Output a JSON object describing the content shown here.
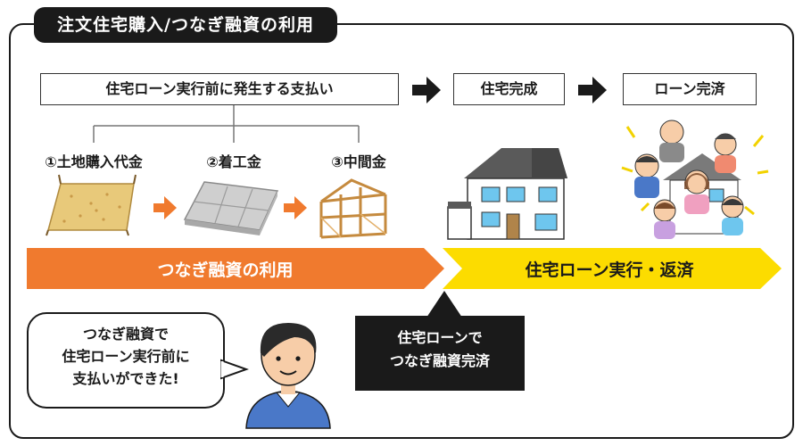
{
  "title": "注文住宅購入/つなぎ融資の利用",
  "top_labels": {
    "pre_payment": "住宅ローン実行前に発生する支払い",
    "completion": "住宅完成",
    "repayment": "ローン完済"
  },
  "steps": [
    {
      "label": "①土地購入代金",
      "icon": "land-plot-icon"
    },
    {
      "label": "②着工金",
      "icon": "foundation-slab-icon"
    },
    {
      "label": "③中間金",
      "icon": "wood-frame-icon"
    }
  ],
  "bands": {
    "bridge": "つなぎ融資の利用",
    "mortgage": "住宅ローン実行・返済"
  },
  "callout_lines": [
    "住宅ローンで",
    "つなぎ融資完済"
  ],
  "speech_lines": [
    "つなぎ融資で",
    "住宅ローン実行前に",
    "支払いができた!"
  ],
  "colors": {
    "orange": "#f07a2e",
    "yellow": "#fcdc00",
    "dark": "#1a1a1a",
    "blue_shirt": "#4a78c8"
  }
}
